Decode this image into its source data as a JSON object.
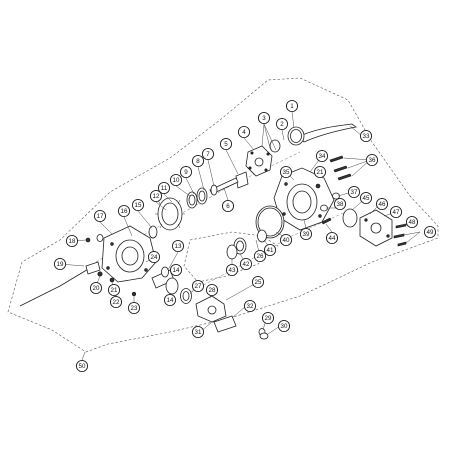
{
  "diagram": {
    "callouts": [
      {
        "id": "1",
        "label": "1"
      },
      {
        "id": "2",
        "label": "2"
      },
      {
        "id": "3",
        "label": "3"
      },
      {
        "id": "4",
        "label": "4"
      },
      {
        "id": "5",
        "label": "5"
      },
      {
        "id": "6",
        "label": "6"
      },
      {
        "id": "7",
        "label": "7"
      },
      {
        "id": "8",
        "label": "8"
      },
      {
        "id": "9",
        "label": "9"
      },
      {
        "id": "10",
        "label": "10"
      },
      {
        "id": "11",
        "label": "11"
      },
      {
        "id": "12",
        "label": "12"
      },
      {
        "id": "13",
        "label": "13"
      },
      {
        "id": "14a",
        "label": "14"
      },
      {
        "id": "14b",
        "label": "14"
      },
      {
        "id": "15",
        "label": "15"
      },
      {
        "id": "16",
        "label": "16"
      },
      {
        "id": "17",
        "label": "17"
      },
      {
        "id": "18",
        "label": "18"
      },
      {
        "id": "19",
        "label": "19"
      },
      {
        "id": "20",
        "label": "20"
      },
      {
        "id": "21a",
        "label": "21"
      },
      {
        "id": "21b",
        "label": "21"
      },
      {
        "id": "22",
        "label": "22"
      },
      {
        "id": "23",
        "label": "23"
      },
      {
        "id": "24",
        "label": "24"
      },
      {
        "id": "25",
        "label": "25"
      },
      {
        "id": "26",
        "label": "26"
      },
      {
        "id": "27",
        "label": "27"
      },
      {
        "id": "28",
        "label": "28"
      },
      {
        "id": "29",
        "label": "29"
      },
      {
        "id": "30",
        "label": "30"
      },
      {
        "id": "31",
        "label": "31"
      },
      {
        "id": "32",
        "label": "32"
      },
      {
        "id": "33",
        "label": "33"
      },
      {
        "id": "34",
        "label": "34"
      },
      {
        "id": "35",
        "label": "35"
      },
      {
        "id": "36",
        "label": "36"
      },
      {
        "id": "37",
        "label": "37"
      },
      {
        "id": "38",
        "label": "38"
      },
      {
        "id": "39",
        "label": "39"
      },
      {
        "id": "40",
        "label": "40"
      },
      {
        "id": "41",
        "label": "41"
      },
      {
        "id": "42",
        "label": "42"
      },
      {
        "id": "43",
        "label": "43"
      },
      {
        "id": "44",
        "label": "44"
      },
      {
        "id": "45",
        "label": "45"
      },
      {
        "id": "46",
        "label": "46"
      },
      {
        "id": "47",
        "label": "47"
      },
      {
        "id": "48",
        "label": "48"
      },
      {
        "id": "49",
        "label": "49"
      },
      {
        "id": "50",
        "label": "50"
      }
    ]
  }
}
